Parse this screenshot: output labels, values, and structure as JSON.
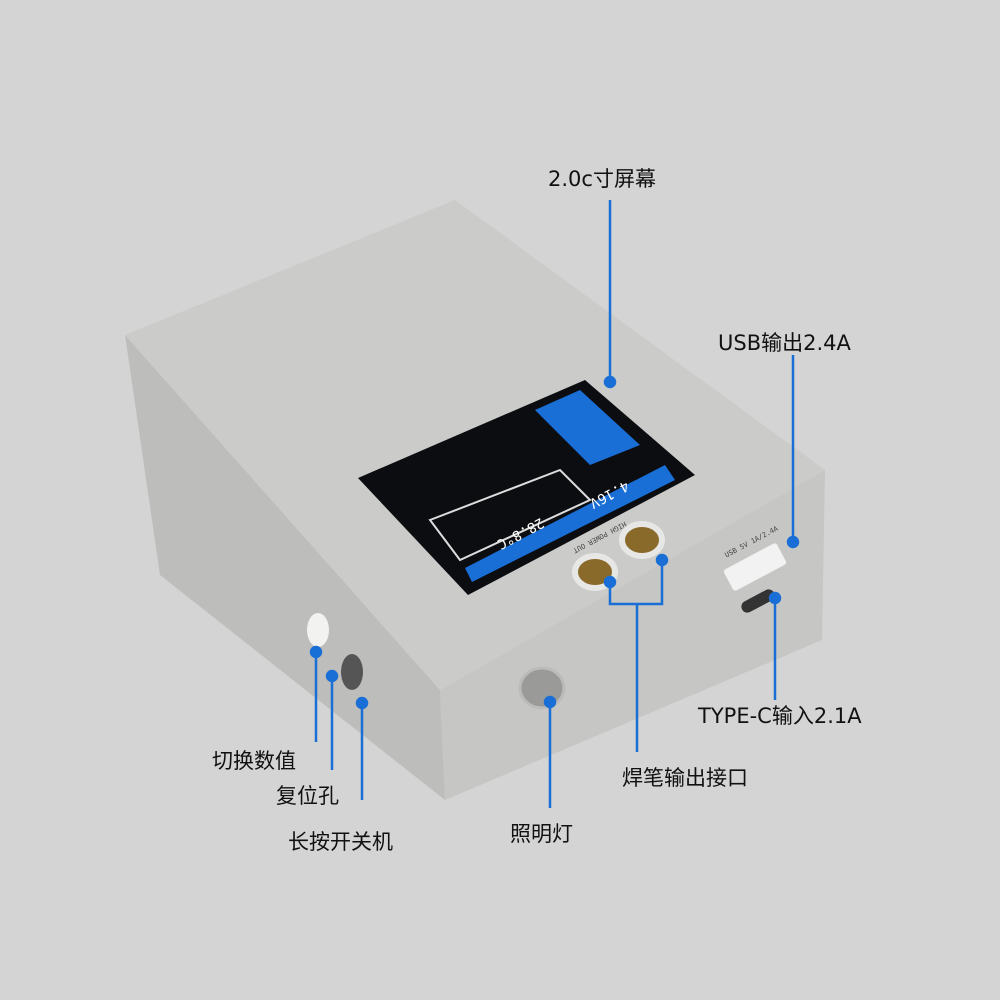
{
  "labels": {
    "screen": "2.0c寸屏幕",
    "usb_out": "USB输出2.4A",
    "typec_in": "TYPE-C输入2.1A",
    "solder_out": "焊笔输出接口",
    "light": "照明灯",
    "switch_value": "切换数值",
    "reset_hole": "复位孔",
    "power_key": "长按开关机"
  },
  "device": {
    "voltage": "4.16V",
    "temperature": "28.8°C",
    "port_label": "HIGH POWER OUT",
    "usb_port_label": "USB 5V 1A/2.4A"
  },
  "colors": {
    "accent": "#1a6fd6",
    "body": "#c9c9c7",
    "screen": "#0b0d10"
  }
}
